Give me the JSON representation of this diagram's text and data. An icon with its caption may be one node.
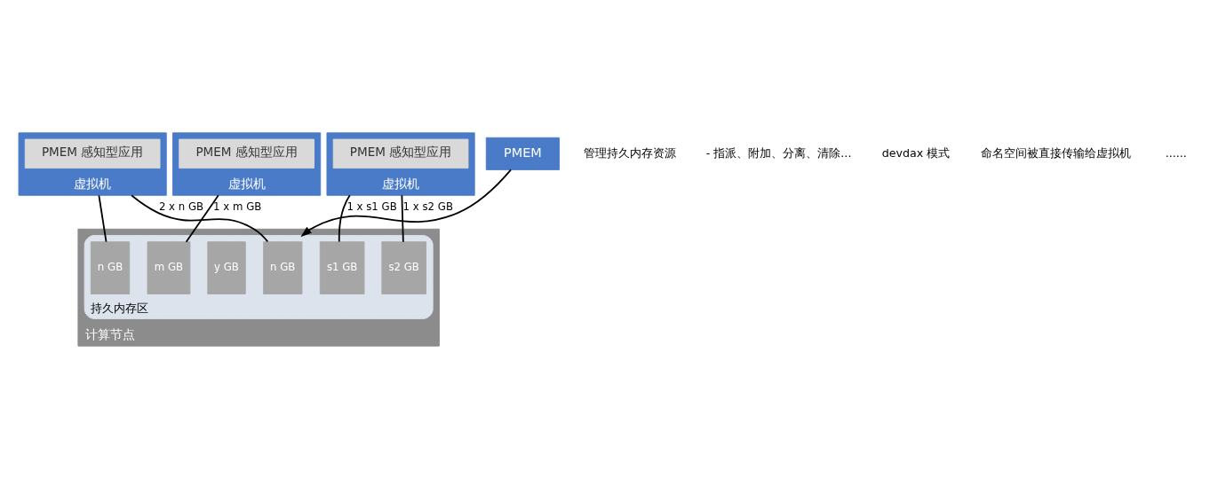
{
  "diagram": {
    "nodes": [
      {
        "text": [
          "虚拟机"
        ]
      },
      {
        "text": [
          "PMEM 感知型应用"
        ],
        "in": 0
      },
      {
        "text": [
          "虚拟机"
        ]
      },
      {
        "text": [
          "PMEM 感知型应用"
        ],
        "in": 2
      },
      {
        "text": [
          "虚拟机"
        ]
      },
      {
        "text": [
          "PMEM 感知型应用"
        ],
        "in": 4
      },
      {
        "text": [
          "PMEM"
        ]
      },
      {
        "text": [
          "计算节点"
        ]
      },
      {
        "text": [
          "持久内存区"
        ],
        "in": 7
      },
      {
        "text": [
          "n GB"
        ],
        "in": 8
      },
      {
        "text": [
          "n GB"
        ],
        "in": 8
      },
      {
        "text": [
          "m GB"
        ],
        "in": 8
      },
      {
        "text": [
          "y GB"
        ],
        "in": 8
      },
      {
        "text": [
          "s1 GB"
        ],
        "in": 8
      },
      {
        "text": [
          "s2 GB"
        ],
        "in": 8
      }
    ],
    "edges": [
      {
        "from": 0,
        "to": 9,
        "arrow": "none",
        "label": "2 x n GB"
      },
      {
        "from": 0,
        "to": 10,
        "arrow": "none"
      },
      {
        "from": 2,
        "to": 11,
        "arrow": "none",
        "label": "1 x m GB"
      },
      {
        "from": 4,
        "to": 13,
        "arrow": "none",
        "label": "1 x s1 GB"
      },
      {
        "from": 4,
        "to": 14,
        "arrow": "none",
        "label": "1 x s2 GB"
      },
      {
        "from": 6,
        "to": 8,
        "arrow": "to"
      }
    ],
    "labels": [
      "管理持久内存资源",
      "- 指派、附加、分离、清除...",
      "devdax 模式",
      "命名空间被直接传输给虚拟机",
      "......"
    ]
  }
}
